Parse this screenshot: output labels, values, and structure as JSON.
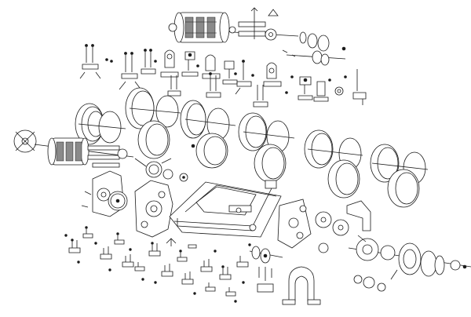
{
  "diagram": {
    "kind": "exploded-view technical illustration",
    "text_labels": [],
    "colors": {
      "line": "#1a1a1a",
      "background": "#ffffff",
      "fill": "#ffffff",
      "shade": "#8a8a8a"
    },
    "assemblies": {
      "printing_drums": 2,
      "type_wheel_stacks": 6,
      "base_plate": 1,
      "side_frames": 3,
      "escapement_clusters": 2,
      "small_linkage_groups": 30
    }
  }
}
